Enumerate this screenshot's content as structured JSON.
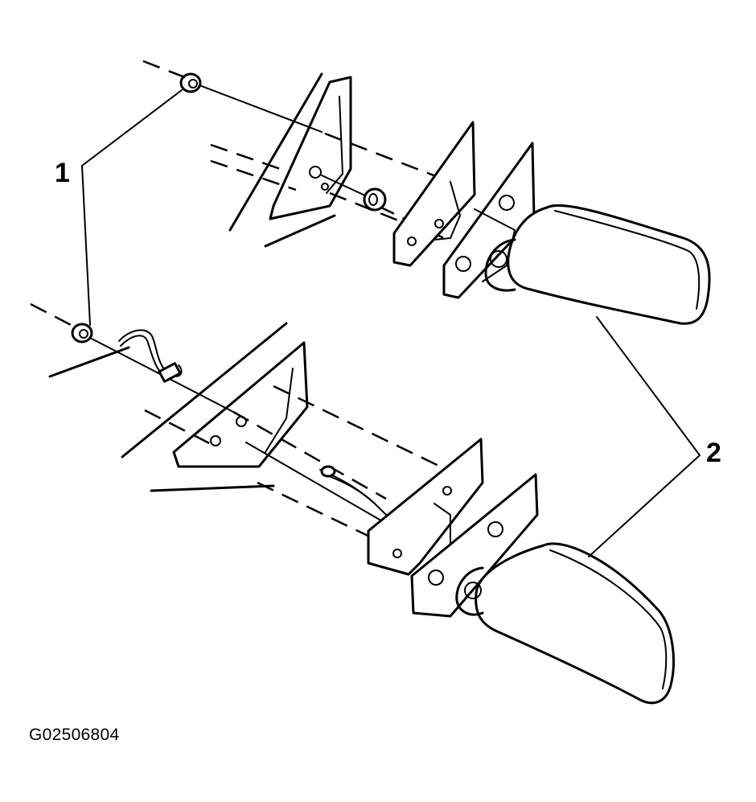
{
  "diagram": {
    "callouts": {
      "one": "1",
      "two": "2"
    },
    "figure_code": "G02506804"
  }
}
